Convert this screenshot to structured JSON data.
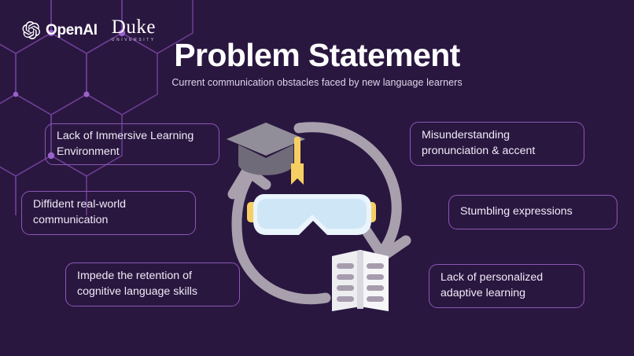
{
  "slide": {
    "background_color": "#2a1740",
    "accent_border_color": "#8a57b5",
    "title": "Problem Statement",
    "subtitle": "Current communication obstacles faced by new language learners"
  },
  "logos": {
    "openai": {
      "icon": "openai-blossom-icon",
      "wordmark": "OpenAI"
    },
    "duke": {
      "name": "Duke",
      "sub": "UNIVERSITY"
    }
  },
  "callouts": [
    {
      "id": "immersive",
      "text": "Lack of Immersive Learning Environment",
      "side": "left"
    },
    {
      "id": "diffident",
      "text": "Diffident real-world communication",
      "side": "left"
    },
    {
      "id": "impede",
      "text": "Impede the retention of cognitive language skills",
      "side": "left"
    },
    {
      "id": "misunderstand",
      "text": "Misunderstanding pronunciation & accent",
      "side": "right"
    },
    {
      "id": "stumbling",
      "text": "Stumbling expressions",
      "side": "right"
    },
    {
      "id": "personalized",
      "text": "Lack of personalized adaptive learning",
      "side": "right"
    }
  ],
  "cycle_graphic": {
    "description": "circular cycle of three illustrations connected by two curved gray arrows",
    "nodes": [
      {
        "icon": "graduation-cap-icon",
        "position": "top-left",
        "colors": {
          "cap": "#8b8793",
          "board": "#6f6b78",
          "tassel": "#f6cf63"
        }
      },
      {
        "icon": "vr-goggles-icon",
        "position": "center",
        "colors": {
          "lens": "#cfe6f7",
          "body": "#eaf4fc",
          "strap": "#f6cf63"
        }
      },
      {
        "icon": "open-book-icon",
        "position": "bottom-right",
        "colors": {
          "page": "#eeeef1",
          "lines": "#a79cae"
        }
      }
    ],
    "arrows": [
      {
        "name": "cap-to-book-arrow",
        "direction": "clockwise",
        "color": "#a8a0ad"
      },
      {
        "name": "book-to-cap-arrow",
        "direction": "clockwise",
        "color": "#a8a0ad"
      }
    ]
  },
  "decoration": {
    "hex_pattern": {
      "name": "hexagon-honeycomb-pattern",
      "stroke_color": "#6d3f96",
      "dot_color": "#9a63c9"
    }
  }
}
